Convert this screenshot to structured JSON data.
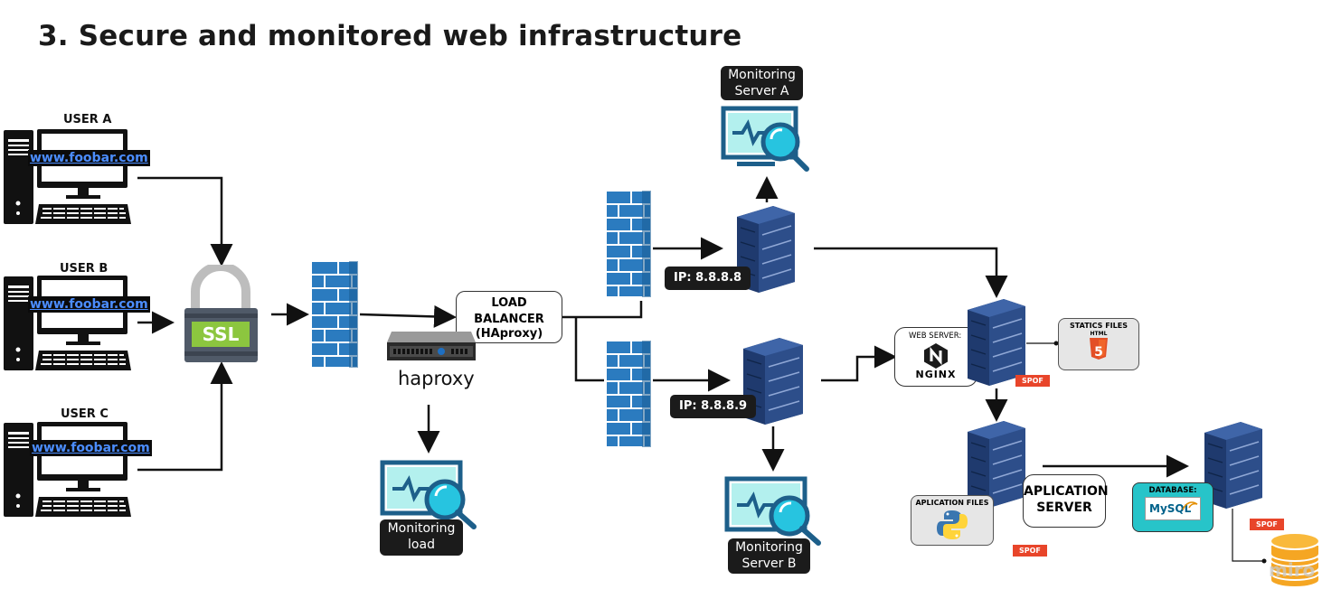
{
  "title": "3. Secure and monitored web infrastructure",
  "users": [
    {
      "label": "USER A",
      "url": "www.foobar.com"
    },
    {
      "label": "USER B",
      "url": "www.foobar.com"
    },
    {
      "label": "USER C",
      "url": "www.foobar.com"
    }
  ],
  "ssl_text": "SSL",
  "load_balancer": {
    "line1": "LOAD",
    "line2": "BALANCER",
    "line3": "(HAproxy)"
  },
  "haproxy_label": "haproxy",
  "monitoring": {
    "load": {
      "line1": "Monitoring",
      "line2": "load"
    },
    "server_a": {
      "line1": "Monitoring",
      "line2": "Server A"
    },
    "server_b": {
      "line1": "Monitoring",
      "line2": "Server B"
    }
  },
  "ips": {
    "server_a": "IP: 8.8.8.8",
    "server_b": "IP: 8.8.8.9"
  },
  "web_server": {
    "label": "WEB SERVER:",
    "logo": "NGINX"
  },
  "statics": {
    "label": "STATICS FILES",
    "logo": "HTML",
    "badge": "5"
  },
  "app_files": {
    "label": "APLICATION FILES"
  },
  "app_server": {
    "line1": "APLICATION",
    "line2": "SERVER"
  },
  "database": {
    "label": "DATABASE:",
    "logo": "MySQL"
  },
  "spof_label": "SPOF",
  "watermark": "miro",
  "colors": {
    "firewall": "#2b7bbf",
    "server": "#1f3a6e",
    "monitor": "#1d5f8a",
    "ssl_green": "#8cc63f",
    "spof": "#e8452a",
    "db": "#f5a623",
    "mysql_bg": "#27c4c9"
  }
}
